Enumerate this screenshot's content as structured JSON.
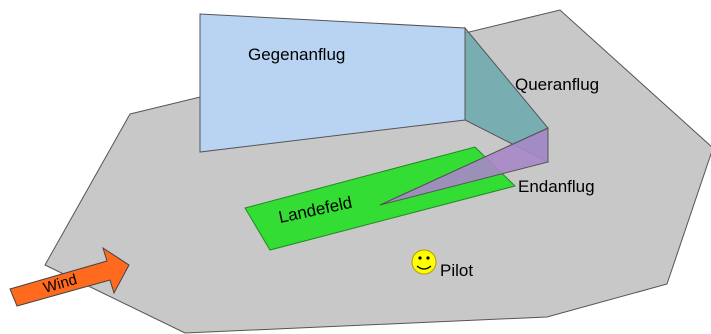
{
  "labels": {
    "downwind": "Gegenanflug",
    "base": "Queranflug",
    "final": "Endanflug",
    "field": "Landefeld",
    "pilot": "Pilot",
    "wind": "Wind"
  },
  "colors": {
    "ground_fill": "#c8c8c8",
    "ground_stroke": "#555555",
    "downwind_fill": "#b9d3f2",
    "base_fill": "#6aa9ad",
    "final_fill": "#a787c8",
    "field_fill": "#33dd33",
    "wind_fill": "#ff6a1f",
    "pilot_face": "#ffff00"
  },
  "icons": {
    "pilot": "smiley-face-icon",
    "wind": "wind-arrow-icon"
  }
}
